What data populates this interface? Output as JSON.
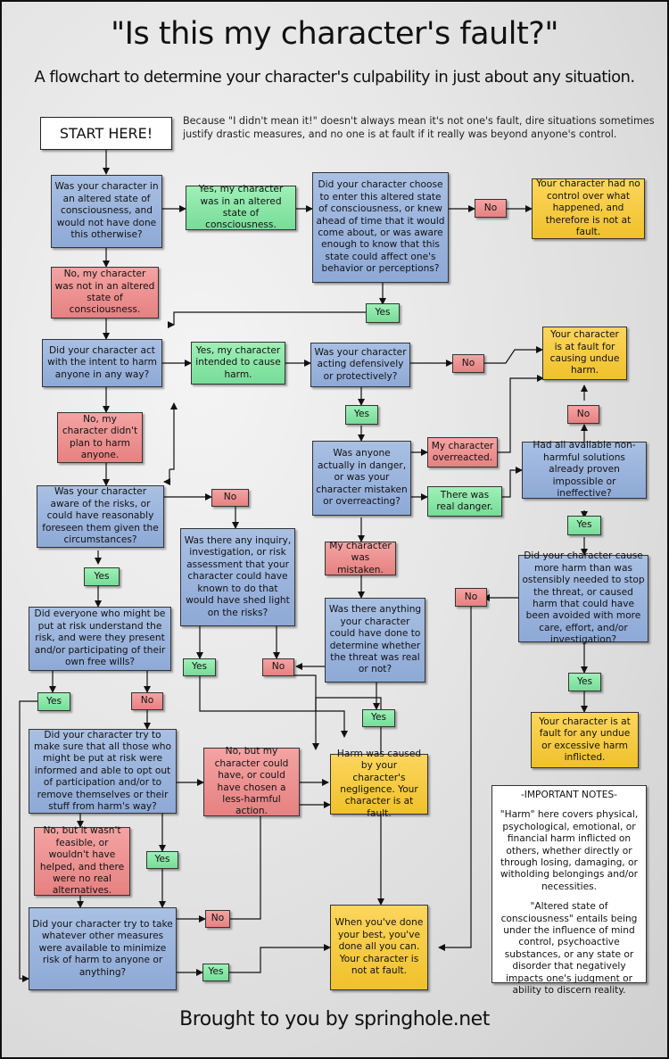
{
  "title": "\"Is this my character's fault?\"",
  "subtitle": "A flowchart to determine your character's culpability in just about any situation.",
  "intro": "Because \"I didn't mean it!\" doesn't always mean it's not one's fault, dire situations sometimes justify drastic measures, and no one is at fault if it really was beyond anyone's control.",
  "footer": "Brought to you by springhole.net",
  "nodes": {
    "start": "START HERE!",
    "q_altered": "Was your character in an altered state of consciousness, and would not have done this otherwise?",
    "yes_altered": "Yes, my character was in an altered state of consciousness.",
    "q_choose": "Did your character choose to enter this altered state of consciousness, or knew ahead of time that it would come about, or was aware enough to know that this state could affect one's behavior or perceptions?",
    "no_choose": "No",
    "res_no_control": "Your character had no control over what happened, and therefore is not at fault.",
    "no_altered": "No, my character was not in an altered state of consciousness.",
    "yes_choose": "Yes",
    "q_intent": "Did your character act with the intent to harm anyone in any way?",
    "yes_intent": "Yes, my character intended to cause harm.",
    "q_defensive": "Was your character acting defensively or protectively?",
    "no_defensive": "No",
    "res_undue": "Your character is at fault for causing undue harm.",
    "yes_defensive": "Yes",
    "no_nonharmful": "No",
    "no_intent": "No, my character didn't plan to harm anyone.",
    "q_danger": "Was anyone actually in danger, or was your character mistaken or overreacting?",
    "overreacted": "My character overreacted.",
    "real_danger": "There was real danger.",
    "q_nonharmful": "Had all available non-harmful solutions already proven impossible or ineffective?",
    "q_aware": "Was your character aware of the risks, or could have reasonably foreseen them given the circumstances?",
    "no_aware": "No",
    "q_inquiry": "Was there any inquiry, investigation, or risk assessment that your character could have known to do that would have shed light on the risks?",
    "mistaken": "My character was mistaken.",
    "yes_nonharmful": "Yes",
    "q_more_harm": "Did your character cause more harm than was ostensibly needed to stop the threat, or caused harm that could have been avoided with more care, effort, and/or investigation?",
    "yes_aware": "Yes",
    "q_anything": "Was there anything your character could have done to determine whether the threat was real or not?",
    "no_more_harm": "No",
    "q_everyone": "Did everyone who might be put at risk understand the risk, and were they present and/or participating of their own free wills?",
    "yes_inquiry": "Yes",
    "no_inquiry": "No",
    "yes_everyone": "Yes",
    "no_everyone": "No",
    "yes_more_harm": "Yes",
    "yes_anything": "Yes",
    "res_excessive": "Your character is at fault for any undue or excessive harm inflicted.",
    "q_tried_inform": "Did your character try to make sure that all those who might be put at risk were informed and able to opt out of participation and/or to remove themselves or their stuff from harm's way?",
    "no_but_less": "No, but my character could have, or could have chosen a less-harmful action.",
    "res_negligence": "Harm was caused by your character's negligence.  Your character is at fault.",
    "no_but_feasible": "No, but it wasn't feasible, or wouldn't have helped, and there were no real alternatives.",
    "yes_tried_inform": "Yes",
    "q_minimize": "Did your character try to take whatever other measures were available to minimize risk of harm to anyone or anything?",
    "no_minimize": "No",
    "yes_minimize": "Yes",
    "res_done_best": "When you've done your best, you've done all you can. Your character is not at fault."
  },
  "notes": {
    "heading": "-IMPORTANT NOTES-",
    "harm": "\"Harm\" here covers physical, psychological, emotional, or financial harm inflicted on others, whether directly or through losing, damaging, or witholding belongings and/or necessities.",
    "altered": "\"Altered state of consciousness\" entails being under the influence of mind control, psychoactive substances, or any state or disorder that negatively impacts one's judgment or ability to discern reality."
  },
  "colors": {
    "question": "#9bb3dd",
    "yes": "#86e4a5",
    "no": "#eb8d8d",
    "result": "#f5c83c",
    "line": "#111111"
  }
}
